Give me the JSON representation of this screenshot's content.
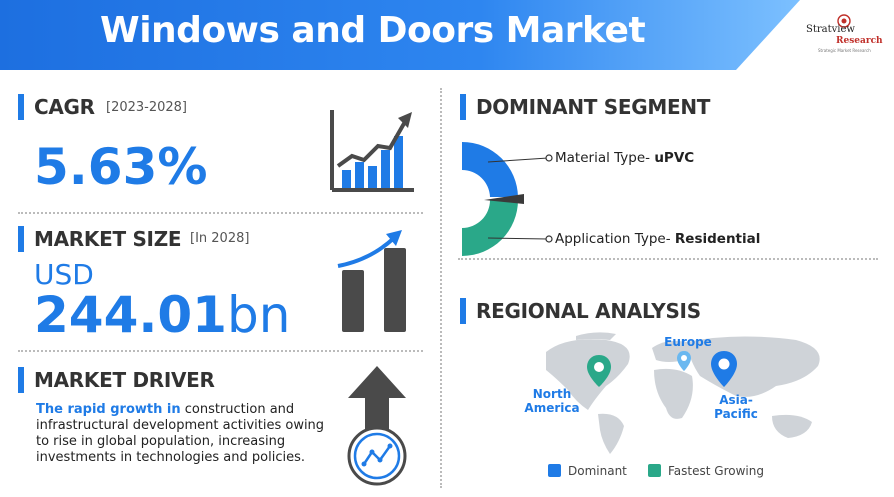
{
  "header": {
    "title": "Windows and Doors Market"
  },
  "logo": {
    "line1": "Stratview",
    "line2": "Research",
    "line3": "Strategic Market Research"
  },
  "cagr": {
    "title": "CAGR",
    "period": "[2023-2028]",
    "value": "5.63%"
  },
  "market_size": {
    "title": "MARKET SIZE",
    "period": "[In 2028]",
    "currency": "USD",
    "value": "244.01",
    "unit": "bn"
  },
  "market_driver": {
    "title": "MARKET DRIVER",
    "highlight": "The rapid growth in",
    "text": " construction and infrastructural development activities owing to rise in global population, increasing investments in technologies and policies."
  },
  "dominant_segment": {
    "title": "DOMINANT SEGMENT",
    "items": [
      {
        "label": "Material Type- ",
        "value": "uPVC"
      },
      {
        "label": "Application Type- ",
        "value": "Residential"
      }
    ]
  },
  "regional_analysis": {
    "title": "REGIONAL ANALYSIS",
    "regions": [
      {
        "name": "North America"
      },
      {
        "name": "Europe"
      },
      {
        "name": "Asia-Pacific"
      }
    ],
    "legend": [
      {
        "label": "Dominant",
        "color": "#1f7be6"
      },
      {
        "label": "Fastest Growing",
        "color": "#2aa889"
      }
    ]
  },
  "colors": {
    "accent": "#1f7be6",
    "teal": "#2aa889",
    "dark": "#4a4a4a"
  }
}
